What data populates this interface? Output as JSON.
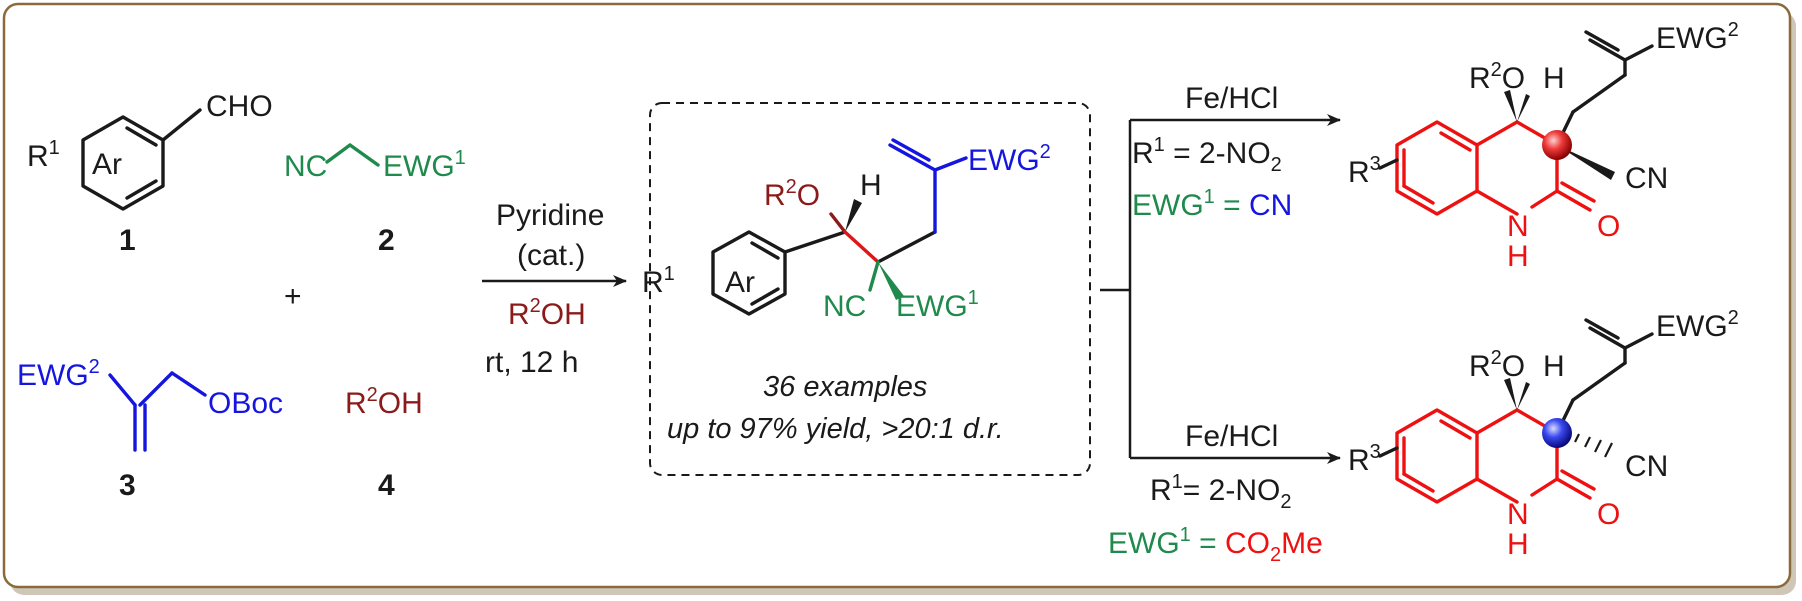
{
  "reagents": {
    "cmpd1": {
      "substituent": "R",
      "sub_sup": "1",
      "ring": "Ar",
      "group": "CHO",
      "number": "1"
    },
    "cmpd2": {
      "left": "NC",
      "right": "EWG",
      "right_sup": "1",
      "number": "2"
    },
    "cmpd3": {
      "group": "EWG",
      "group_sup": "2",
      "leaving": "OBoc",
      "number": "3"
    },
    "cmpd4": {
      "prefix": "R",
      "prefix_sup": "2",
      "suffix": "OH",
      "number": "4"
    },
    "plus": "+"
  },
  "conditions1": {
    "catalyst": "Pyridine",
    "catalyst_note": "(cat.)",
    "solvent_prefix": "R",
    "solvent_sup": "2",
    "solvent_suffix": "OH",
    "temp_time": "rt, 12 h"
  },
  "product": {
    "ro_prefix": "R",
    "ro_sup": "2",
    "ro_suffix": "O",
    "h": "H",
    "ewg2": "EWG",
    "ewg2_sup": "2",
    "r1": "R",
    "r1_sup": "1",
    "ring": "Ar",
    "nc": "NC",
    "ewg1": "EWG",
    "ewg1_sup": "1",
    "examples": "36 examples",
    "yield": "up to 97% yield, >20:1 d.r."
  },
  "branch_top": {
    "reagent": "Fe/HCl",
    "cond1_prefix": "R",
    "cond1_sup": "1",
    "cond1_mid": " = 2-NO",
    "cond1_sub": "2",
    "cond2_prefix": "EWG",
    "cond2_sup": "1",
    "cond2_eq": " = ",
    "cond2_val": "CN",
    "ro_prefix": "R",
    "ro_sup": "2",
    "ro_suffix": "O",
    "h": "H",
    "r3": "R",
    "r3_sup": "3",
    "ewg2": "EWG",
    "ewg2_sup": "2",
    "cn": "CN",
    "nh_n": "N",
    "nh_h": "H",
    "o": "O"
  },
  "branch_bottom": {
    "reagent": "Fe/HCl",
    "cond1_prefix": "R",
    "cond1_sup": "1",
    "cond1_mid": "= 2-NO",
    "cond1_sub": "2",
    "cond2_prefix": "EWG",
    "cond2_sup": "1",
    "cond2_eq": " = ",
    "cond2_val_a": "CO",
    "cond2_val_sub": "2",
    "cond2_val_b": "Me",
    "ro_prefix": "R",
    "ro_sup": "2",
    "ro_suffix": "O",
    "h": "H",
    "r3": "R",
    "r3_sup": "3",
    "ewg2": "EWG",
    "ewg2_sup": "2",
    "cn": "CN",
    "nh_n": "N",
    "nh_h": "H",
    "o": "O"
  },
  "colors": {
    "frame": "#8a6a3a",
    "black": "#1a1a1a",
    "green": "#1f8a4c",
    "blue": "#1515e0",
    "maroon": "#8b1a1a",
    "red": "#ee1111"
  }
}
